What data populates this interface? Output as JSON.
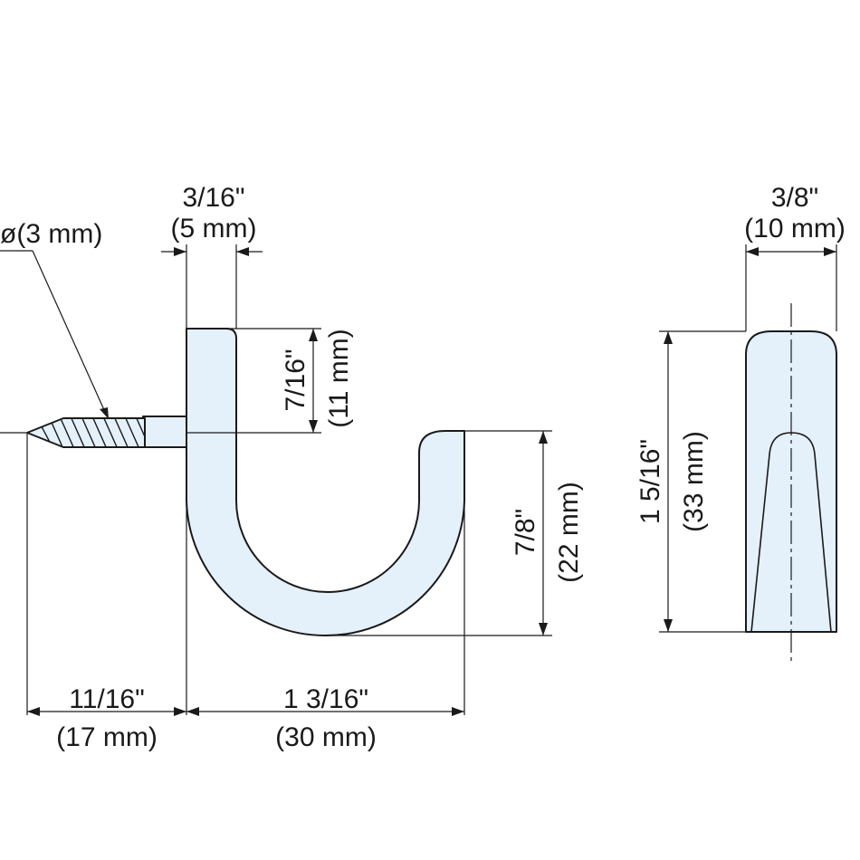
{
  "colors": {
    "part_fill": "#e4f1fb",
    "line": "#1a1a1a",
    "background": "#ffffff"
  },
  "dimensions": {
    "screw_diameter": "ø(3 mm)",
    "plate_thickness_in": "3/16\"",
    "plate_thickness_mm": "(5 mm)",
    "screw_offset_in": "7/16\"",
    "screw_offset_mm": "(11 mm)",
    "hook_depth_in": "7/8\"",
    "hook_depth_mm": "(22 mm)",
    "screw_length_in": "11/16\"",
    "screw_length_mm": "(17 mm)",
    "hook_width_in": "1 3/16\"",
    "hook_width_mm": "(30 mm)",
    "side_width_in": "3/8\"",
    "side_width_mm": "(10 mm)",
    "side_height_in": "1 5/16\"",
    "side_height_mm": "(33 mm)"
  }
}
